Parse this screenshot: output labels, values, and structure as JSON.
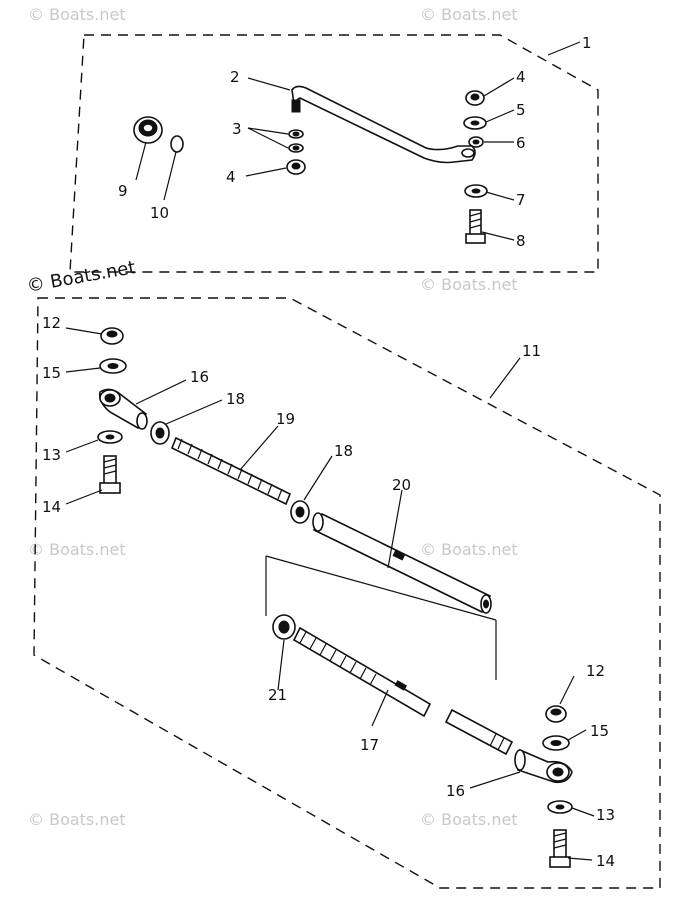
{
  "watermark": "© Boats.net",
  "callouts": {
    "c1": "1",
    "c2": "2",
    "c3": "3",
    "c4a": "4",
    "c4b": "4",
    "c5": "5",
    "c6": "6",
    "c7": "7",
    "c8": "8",
    "c9": "9",
    "c10": "10",
    "c11": "11",
    "c12a": "12",
    "c12b": "12",
    "c13a": "13",
    "c13b": "13",
    "c14a": "14",
    "c14b": "14",
    "c15a": "15",
    "c15b": "15",
    "c16a": "16",
    "c16b": "16",
    "c17": "17",
    "c18a": "18",
    "c18b": "18",
    "c19": "19",
    "c20": "20",
    "c21": "21"
  }
}
